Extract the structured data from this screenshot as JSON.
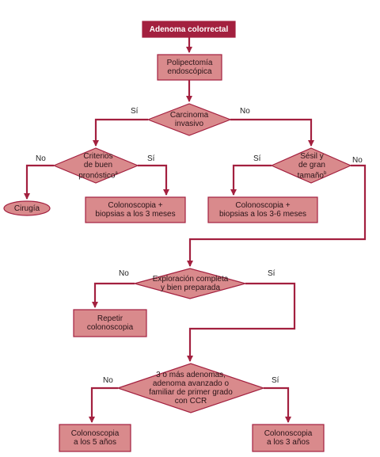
{
  "colors": {
    "line": "#a3203f",
    "box_fill": "#d98a8c",
    "box_stroke": "#a3203f",
    "title_fill": "#a3203f",
    "title_text": "#ffffff"
  },
  "nodes": {
    "start": {
      "text": "Adenoma colorrectal"
    },
    "polipectomia": {
      "text": "Polipectomía\nendoscópica"
    },
    "carcinoma": {
      "text": "Carcinoma\ninvasivo"
    },
    "criterios": {
      "text": "Criterios\nde buen\npronóstico",
      "sup": "a"
    },
    "sesil": {
      "text": "Sésil y\nde gran\ntamaño",
      "sup": "b"
    },
    "cirugia": {
      "text": "Cirugía"
    },
    "colono3": {
      "text": "Colonoscopia +\nbiopsias a los 3 meses"
    },
    "colono36": {
      "text": "Colonoscopia +\nbiopsias a los 3-6 meses"
    },
    "exploracion": {
      "text": "Exploración completa\ny bien preparada"
    },
    "repetir": {
      "text": "Repetir\ncolonoscopia"
    },
    "adenomas": {
      "text": "3 o más adenomas,\nadenoma avanzado o\nfamiliar de primer grado\ncon CCR"
    },
    "colono5a": {
      "text": "Colonoscopia\na los 5 años"
    },
    "colono3a": {
      "text": "Colonoscopia\na los 3 años"
    }
  },
  "edge_labels": {
    "carcinoma_si": "Sí",
    "carcinoma_no": "No",
    "criterios_no": "No",
    "criterios_si": "Sí",
    "sesil_si": "Sí",
    "sesil_no": "No",
    "exploracion_no": "No",
    "exploracion_si": "Sí",
    "adenomas_no": "No",
    "adenomas_si": "Sí"
  }
}
